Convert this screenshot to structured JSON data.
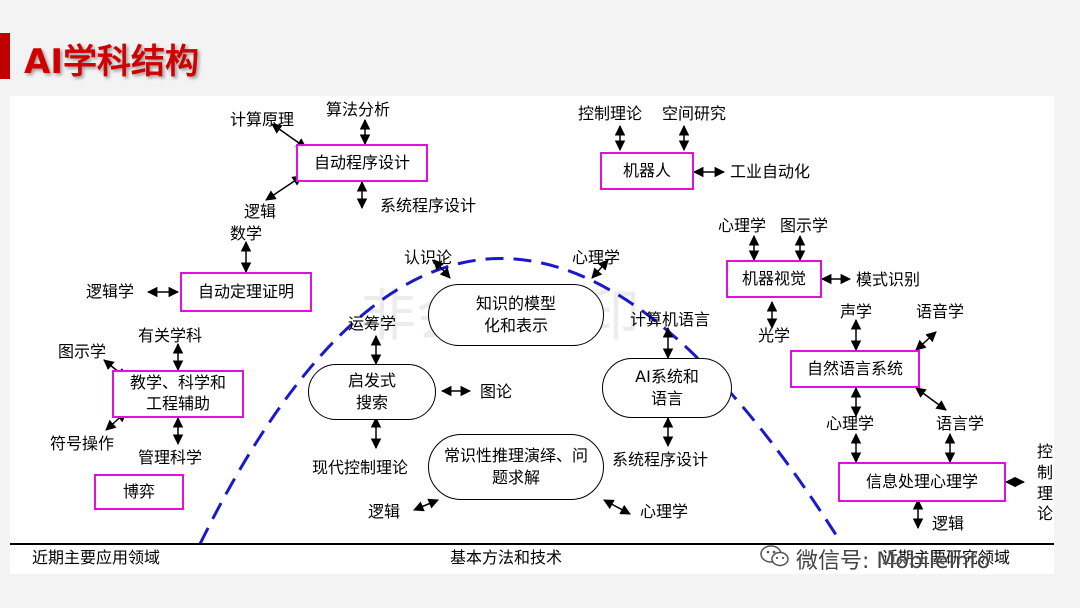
{
  "title": "AI学科结构",
  "app_areas": {
    "auto_programming": "自动程序设计",
    "robot": "机器人",
    "theorem_proving": "自动定理证明",
    "machine_vision": "机器视觉",
    "teaching_aid": "教学、科学和工程辅助",
    "nlp_system": "自然语言系统",
    "game": "博弈",
    "info_psychology": "信息处理心理学"
  },
  "methods": {
    "knowledge": "知识的模型化和表示",
    "search": "启发式搜索",
    "ai_lang": "AI系统和语言",
    "commonsense": "常识性推理演绎、问题求解"
  },
  "labels": {
    "calc_principle": "计算原理",
    "algo_analysis": "算法分析",
    "logic1": "逻辑",
    "system_design1": "系统程序设计",
    "math": "数学",
    "control_theory1": "控制理论",
    "space_research": "空间研究",
    "industrial_auto": "工业自动化",
    "psychology1": "心理学",
    "graphics1": "图示学",
    "pattern_recog": "模式识别",
    "optics": "光学",
    "logic_study": "逻辑学",
    "cognition": "认识论",
    "psychology2": "心理学",
    "operations": "运筹学",
    "computer_lang": "计算机语言",
    "related": "有关学科",
    "graphics2": "图示学",
    "graph_theory": "图论",
    "acoustics": "声学",
    "phonetics": "语音学",
    "symbol_ops": "符号操作",
    "mgmt": "管理科学",
    "modern_control": "现代控制理论",
    "system_design2": "系统程序设计",
    "psychology3": "心理学",
    "linguistics": "语言学",
    "logic2": "逻辑",
    "psychology4": "心理学",
    "logic3": "逻辑",
    "control_theory_v": "控制理论"
  },
  "footer": {
    "left": "近期主要应用领域",
    "center": "基本方法和技术",
    "right": "近期主要研究领域"
  },
  "watermarks": {
    "wechat": "微信号: MobileInfo",
    "faint": "非会员水印"
  },
  "colors": {
    "title": "#d00000",
    "box_border": "#e010e0",
    "arc": "#1a1acc"
  }
}
